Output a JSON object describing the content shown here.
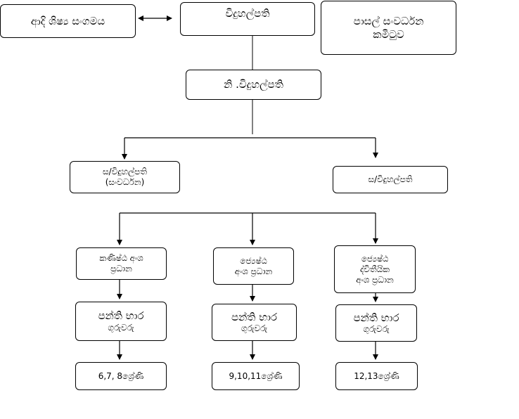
{
  "nodes": {
    "alumni": {
      "lines": [
        "ආදි ශිෂ්‍ය සංගමය"
      ]
    },
    "principal": {
      "lines": [
        "විදුහල්පති"
      ]
    },
    "sdc": {
      "lines": [
        "පාසල් සංවර්ධන",
        "කමිටුව"
      ]
    },
    "deputy": {
      "lines": [
        "නි .විදුහල්පති"
      ]
    },
    "asst_dev": {
      "lines": [
        "ස/විදුහල්පති",
        "(සංවර්ධන)"
      ]
    },
    "asst_2": {
      "lines": [
        "ස/විදුහල්පති"
      ]
    },
    "junior_head": {
      "lines": [
        "කණිෂ්ඨ අංශ",
        "ප්‍රධාන"
      ]
    },
    "senior_head": {
      "lines": [
        "ජ්‍යෙෂ්ඨ",
        "අංශ ප්‍රධාන"
      ]
    },
    "senior2_head": {
      "lines": [
        "ජ්‍යෙෂ්ඨ",
        "ද්විතීයික",
        "අංශ ප්‍රධාන"
      ]
    },
    "class_teachers_1": {
      "lines": [
        "පන්ති භාර",
        "ගුරුවරු"
      ]
    },
    "class_teachers_2": {
      "lines": [
        "පන්ති භාර",
        "ගුරුවරු"
      ]
    },
    "class_teachers_3": {
      "lines": [
        "පන්ති භාර",
        "ගුරුවරු"
      ]
    },
    "grades_1": {
      "lines": [
        "6,7, 8ශ්‍රේණි"
      ]
    },
    "grades_2": {
      "lines": [
        "9,10,11ශ්‍රේණි"
      ]
    },
    "grades_3": {
      "lines": [
        "12,13ශ්‍රේණි"
      ]
    }
  }
}
